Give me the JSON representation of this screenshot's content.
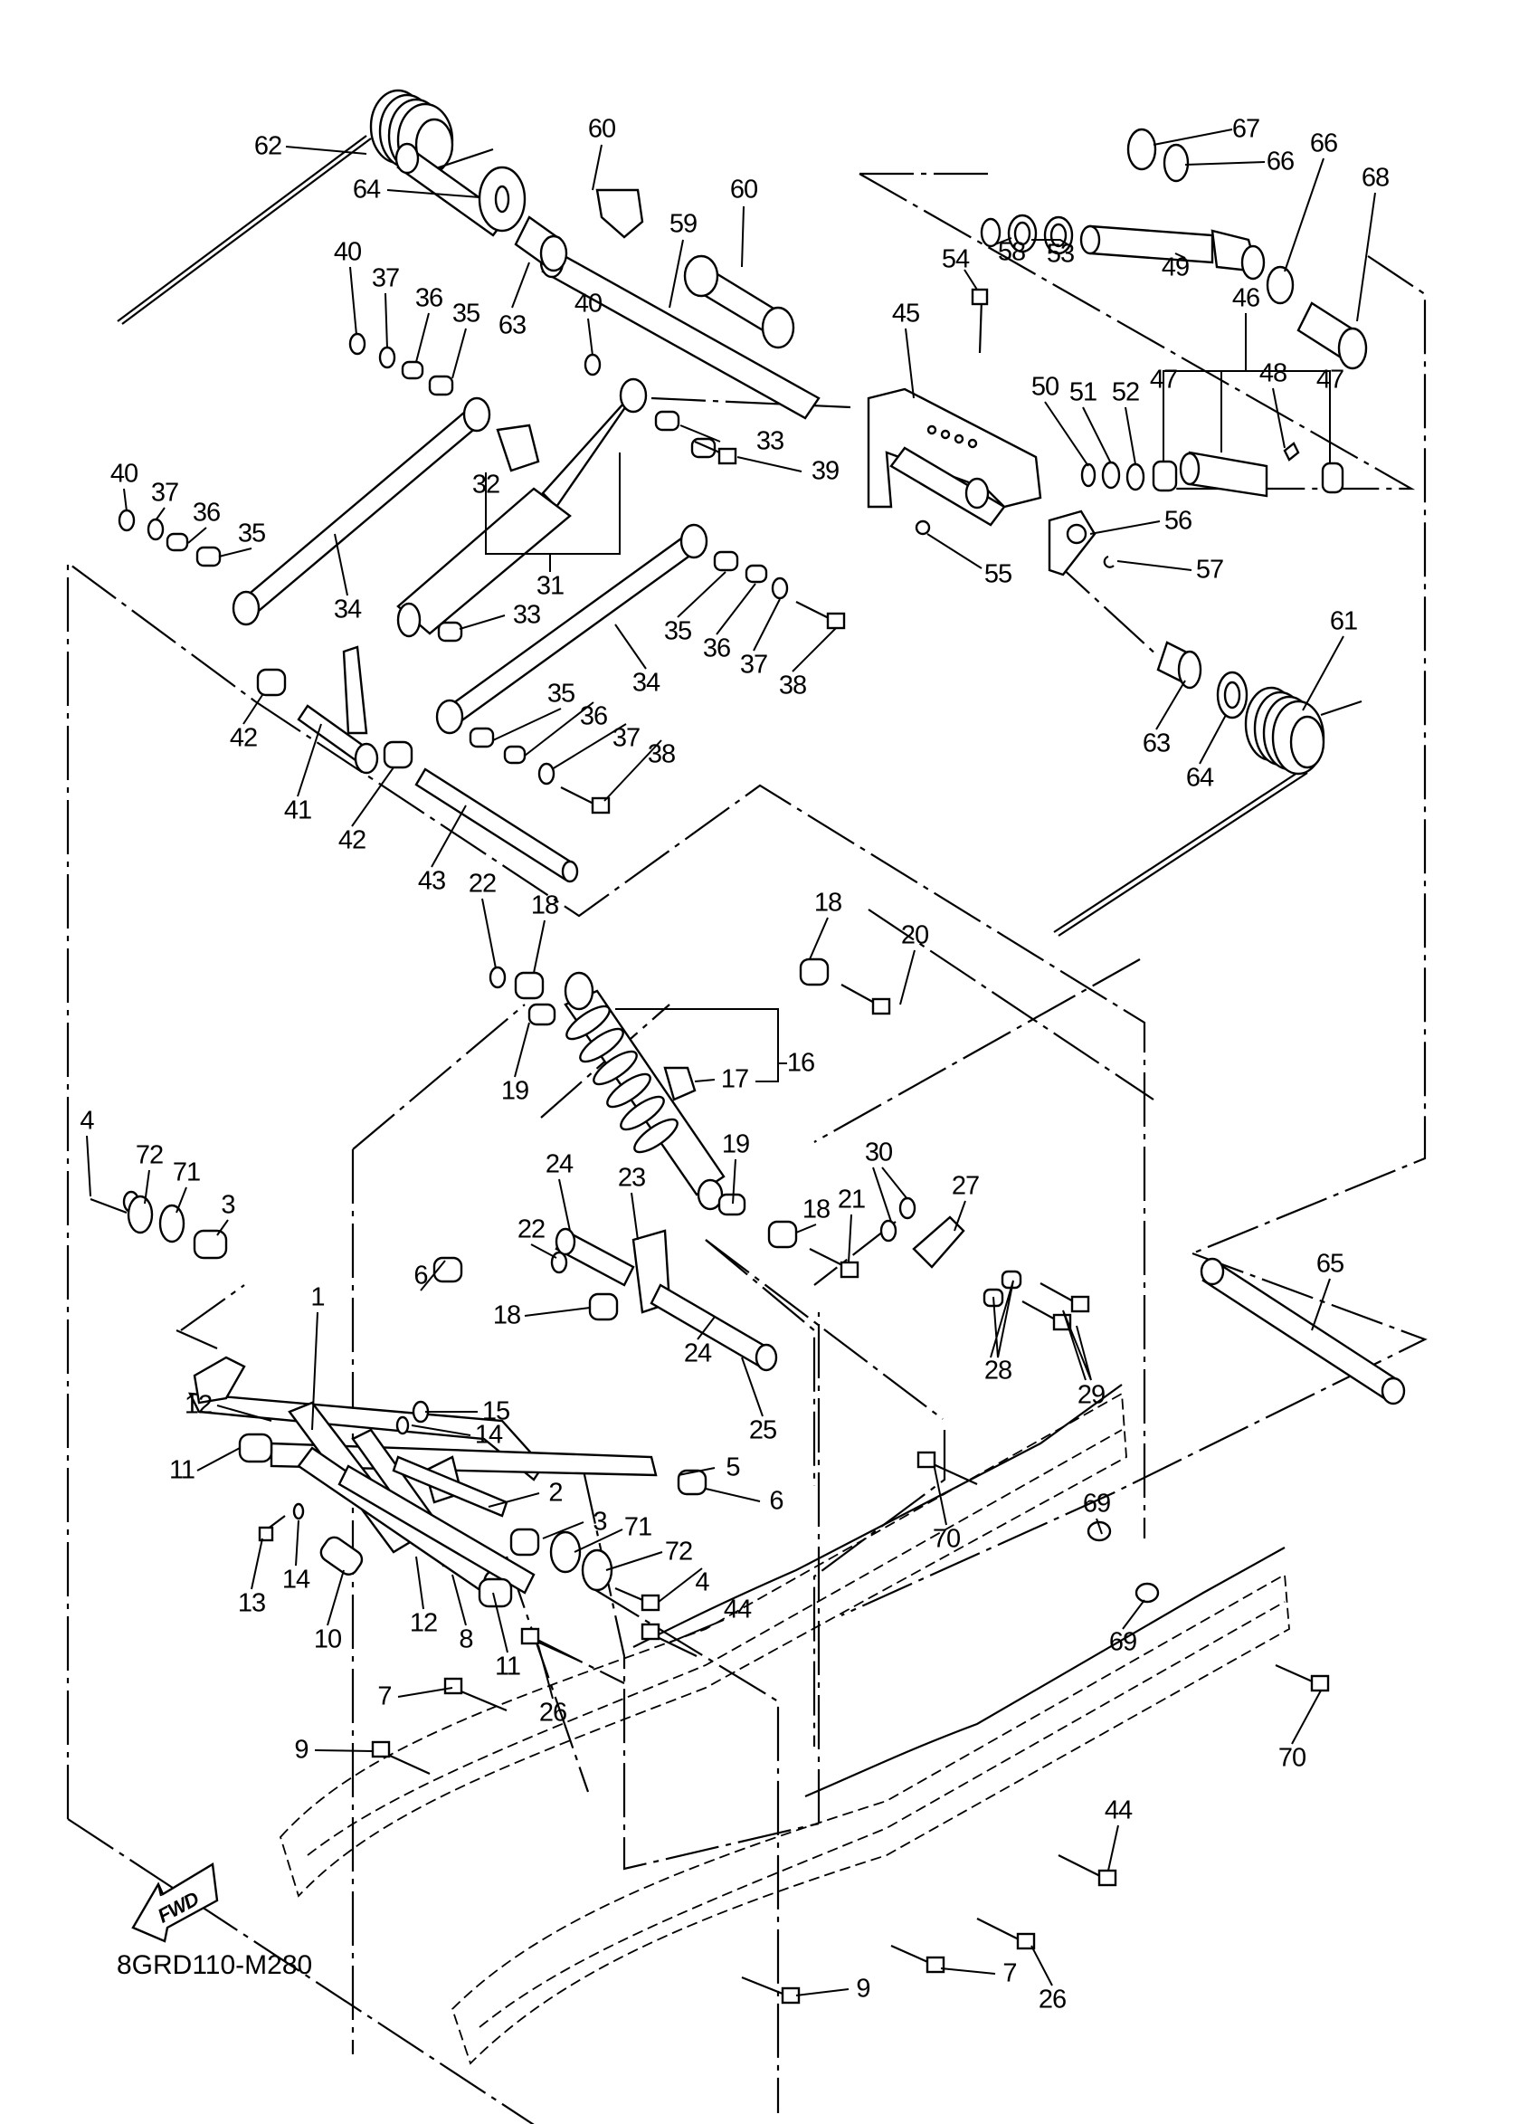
{
  "diagram": {
    "title_code": "8GRD110-M280",
    "direction_marker": "FWD",
    "type": "exploded parts diagram",
    "subject": "snowmobile rear suspension",
    "callouts": [
      {
        "id": "c62",
        "n": "62"
      },
      {
        "id": "c60a",
        "n": "60"
      },
      {
        "id": "c60b",
        "n": "60"
      },
      {
        "id": "c59",
        "n": "59"
      },
      {
        "id": "c64a",
        "n": "64"
      },
      {
        "id": "c63a",
        "n": "63"
      },
      {
        "id": "c40a",
        "n": "40"
      },
      {
        "id": "c37a",
        "n": "37"
      },
      {
        "id": "c36a",
        "n": "36"
      },
      {
        "id": "c35a",
        "n": "35"
      },
      {
        "id": "c40b",
        "n": "40"
      },
      {
        "id": "c33a",
        "n": "33"
      },
      {
        "id": "c39",
        "n": "39"
      },
      {
        "id": "c32",
        "n": "32"
      },
      {
        "id": "c31",
        "n": "31"
      },
      {
        "id": "c40c",
        "n": "40"
      },
      {
        "id": "c37b",
        "n": "37"
      },
      {
        "id": "c36b",
        "n": "36"
      },
      {
        "id": "c35b",
        "n": "35"
      },
      {
        "id": "c34a",
        "n": "34"
      },
      {
        "id": "c33b",
        "n": "33"
      },
      {
        "id": "c35c",
        "n": "35"
      },
      {
        "id": "c36c",
        "n": "36"
      },
      {
        "id": "c37c",
        "n": "37"
      },
      {
        "id": "c38a",
        "n": "38"
      },
      {
        "id": "c34b",
        "n": "34"
      },
      {
        "id": "c35d",
        "n": "35"
      },
      {
        "id": "c36d",
        "n": "36"
      },
      {
        "id": "c37d",
        "n": "37"
      },
      {
        "id": "c38b",
        "n": "38"
      },
      {
        "id": "c42a",
        "n": "42"
      },
      {
        "id": "c41",
        "n": "41"
      },
      {
        "id": "c42b",
        "n": "42"
      },
      {
        "id": "c43",
        "n": "43"
      },
      {
        "id": "c22a",
        "n": "22"
      },
      {
        "id": "c18a",
        "n": "18"
      },
      {
        "id": "c18b",
        "n": "18"
      },
      {
        "id": "c20",
        "n": "20"
      },
      {
        "id": "c16",
        "n": "16"
      },
      {
        "id": "c17",
        "n": "17"
      },
      {
        "id": "c19a",
        "n": "19"
      },
      {
        "id": "c19b",
        "n": "19"
      },
      {
        "id": "c4a",
        "n": "4"
      },
      {
        "id": "c72a",
        "n": "72"
      },
      {
        "id": "c71a",
        "n": "71"
      },
      {
        "id": "c3a",
        "n": "3"
      },
      {
        "id": "c24a",
        "n": "24"
      },
      {
        "id": "c23",
        "n": "23"
      },
      {
        "id": "c30",
        "n": "30"
      },
      {
        "id": "c27",
        "n": "27"
      },
      {
        "id": "c18c",
        "n": "18"
      },
      {
        "id": "c21",
        "n": "21"
      },
      {
        "id": "c22b",
        "n": "22"
      },
      {
        "id": "c6a",
        "n": "6"
      },
      {
        "id": "c18d",
        "n": "18"
      },
      {
        "id": "c1",
        "n": "1"
      },
      {
        "id": "c24b",
        "n": "24"
      },
      {
        "id": "c25",
        "n": "25"
      },
      {
        "id": "c28",
        "n": "28"
      },
      {
        "id": "c29",
        "n": "29"
      },
      {
        "id": "c65",
        "n": "65"
      },
      {
        "id": "c12a",
        "n": "12"
      },
      {
        "id": "c15",
        "n": "15"
      },
      {
        "id": "c14a",
        "n": "14"
      },
      {
        "id": "c11a",
        "n": "11"
      },
      {
        "id": "c5",
        "n": "5"
      },
      {
        "id": "c2",
        "n": "2"
      },
      {
        "id": "c6b",
        "n": "6"
      },
      {
        "id": "c3b",
        "n": "3"
      },
      {
        "id": "c71b",
        "n": "71"
      },
      {
        "id": "c72b",
        "n": "72"
      },
      {
        "id": "c13",
        "n": "13"
      },
      {
        "id": "c14b",
        "n": "14"
      },
      {
        "id": "c10",
        "n": "10"
      },
      {
        "id": "c12b",
        "n": "12"
      },
      {
        "id": "c8",
        "n": "8"
      },
      {
        "id": "c11b",
        "n": "11"
      },
      {
        "id": "c4b",
        "n": "4"
      },
      {
        "id": "c44a",
        "n": "44"
      },
      {
        "id": "c70a",
        "n": "70"
      },
      {
        "id": "c69a",
        "n": "69"
      },
      {
        "id": "c69b",
        "n": "69"
      },
      {
        "id": "c70b",
        "n": "70"
      },
      {
        "id": "c7a",
        "n": "7"
      },
      {
        "id": "c26a",
        "n": "26"
      },
      {
        "id": "c9a",
        "n": "9"
      },
      {
        "id": "c44b",
        "n": "44"
      },
      {
        "id": "c7b",
        "n": "7"
      },
      {
        "id": "c26b",
        "n": "26"
      },
      {
        "id": "c9b",
        "n": "9"
      },
      {
        "id": "c67",
        "n": "67"
      },
      {
        "id": "c66a",
        "n": "66"
      },
      {
        "id": "c66b",
        "n": "66"
      },
      {
        "id": "c68",
        "n": "68"
      },
      {
        "id": "c58",
        "n": "58"
      },
      {
        "id": "c53",
        "n": "53"
      },
      {
        "id": "c49",
        "n": "49"
      },
      {
        "id": "c54",
        "n": "54"
      },
      {
        "id": "c45",
        "n": "45"
      },
      {
        "id": "c46",
        "n": "46"
      },
      {
        "id": "c50",
        "n": "50"
      },
      {
        "id": "c51",
        "n": "51"
      },
      {
        "id": "c52",
        "n": "52"
      },
      {
        "id": "c47a",
        "n": "47"
      },
      {
        "id": "c48",
        "n": "48"
      },
      {
        "id": "c47b",
        "n": "47"
      },
      {
        "id": "c56",
        "n": "56"
      },
      {
        "id": "c57",
        "n": "57"
      },
      {
        "id": "c55",
        "n": "55"
      },
      {
        "id": "c61",
        "n": "61"
      },
      {
        "id": "c63b",
        "n": "63"
      },
      {
        "id": "c64b",
        "n": "64"
      }
    ]
  }
}
